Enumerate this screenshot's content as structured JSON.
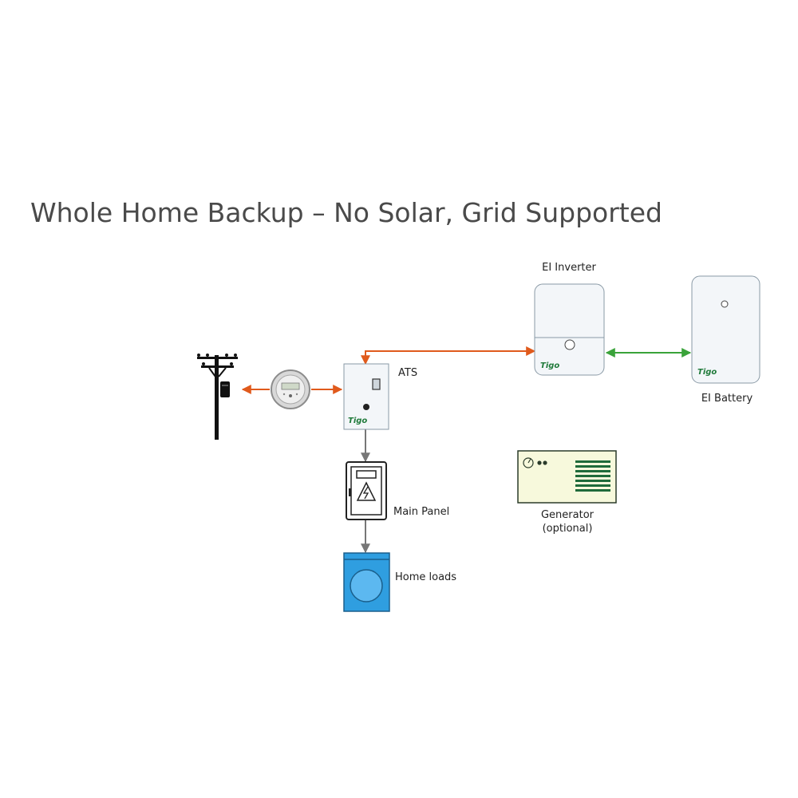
{
  "title": "Whole Home Backup – No Solar, Grid Supported",
  "labels": {
    "inverter": "EI Inverter",
    "battery": "EI Battery",
    "ats": "ATS",
    "main_panel": "Main Panel",
    "home_loads": "Home loads",
    "generator_line1": "Generator",
    "generator_line2": "(optional)"
  },
  "brand": {
    "inverter": "Tigo",
    "battery": "Tigo",
    "ats": "Tigo"
  },
  "colors": {
    "grid_power": "#e05a1c",
    "battery_power": "#3aa33a",
    "load_power": "#777777",
    "brand": "#1f7a3a",
    "generator_fill": "#f7f9dc",
    "generator_vent": "#1f6b3a",
    "home_loads": "#2f9ee0",
    "device_fill": "#f3f6f9",
    "device_border": "#8a9aa6"
  },
  "icons": {
    "utility_pole": "utility-pole-icon",
    "meter": "electric-meter-icon",
    "ats": "transfer-switch-icon",
    "main_panel": "electrical-panel-icon",
    "home_loads": "home-loads-icon",
    "inverter": "inverter-icon",
    "battery": "battery-icon",
    "generator": "generator-icon"
  }
}
